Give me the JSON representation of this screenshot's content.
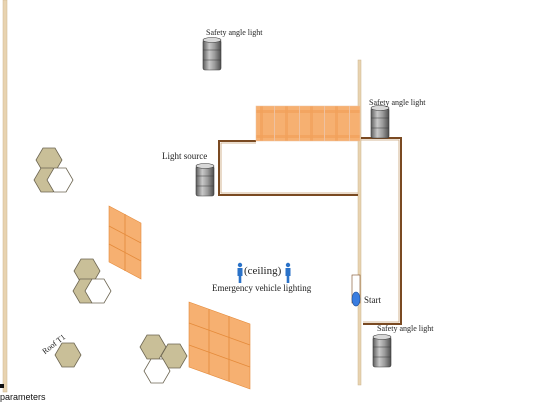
{
  "labels": {
    "safety_angle_light_top": "Safety angle light",
    "safety_angle_light_right": "Safety angle light",
    "safety_angle_light_bottom": "Safety angle light",
    "light_source": "Light source",
    "ceiling": "(ceiling)",
    "emergency_vehicle_lighting": "Emergency vehicle lighting",
    "start": "Start",
    "roof_t1": "Roof T1"
  },
  "status": {
    "text": "parameters"
  },
  "colors": {
    "wall": "#e8d3b0",
    "route": "#7a4a22",
    "route_light": "#c9a278",
    "panel": "#f6b071",
    "panel_line": "#e48a3a",
    "hex_fill": "#c9bf98",
    "hex_stroke": "#6d6652",
    "barrel_body": "#8a8a8a",
    "person": "#2a72c8",
    "start_marker": "#3a7de0"
  },
  "icons": [
    "barrel-icon",
    "person-icon",
    "start-marker-icon",
    "hexagon-icon",
    "panel-icon"
  ]
}
